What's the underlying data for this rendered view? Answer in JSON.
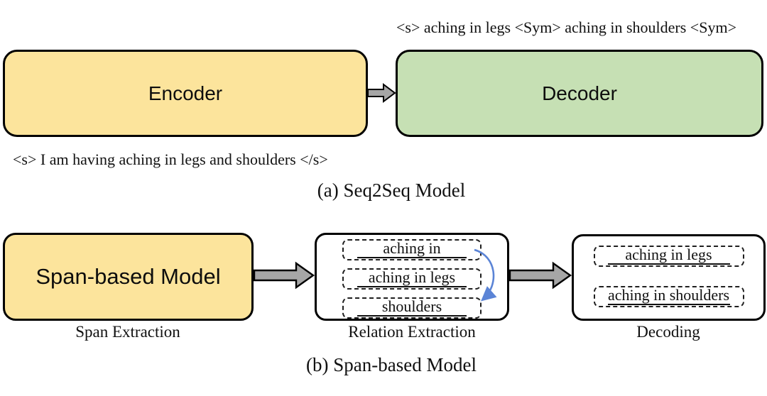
{
  "colors": {
    "yellow": "#FCE49C",
    "green": "#C6E0B4",
    "arrow": "#A6A6A6",
    "blue": "#5B84D6"
  },
  "seq2seq": {
    "caption": "(a) Seq2Seq Model",
    "encoder_label": "Encoder",
    "decoder_label": "Decoder",
    "input_text": "<s> I am having aching in legs and shoulders </s>",
    "output_text": "<s> aching in legs <Sym> aching in shoulders <Sym>"
  },
  "span_based": {
    "caption": "(b) Span-based Model",
    "model_label": "Span-based Model",
    "stages": [
      "Span Extraction",
      "Relation Extraction",
      "Decoding"
    ],
    "relation_spans": [
      "aching in",
      "aching in legs",
      "shoulders"
    ],
    "decoded_spans": [
      "aching in legs",
      "aching in shoulders"
    ],
    "icons": [
      "right-block-arrow-icon",
      "curved-relation-arrow-icon"
    ]
  }
}
